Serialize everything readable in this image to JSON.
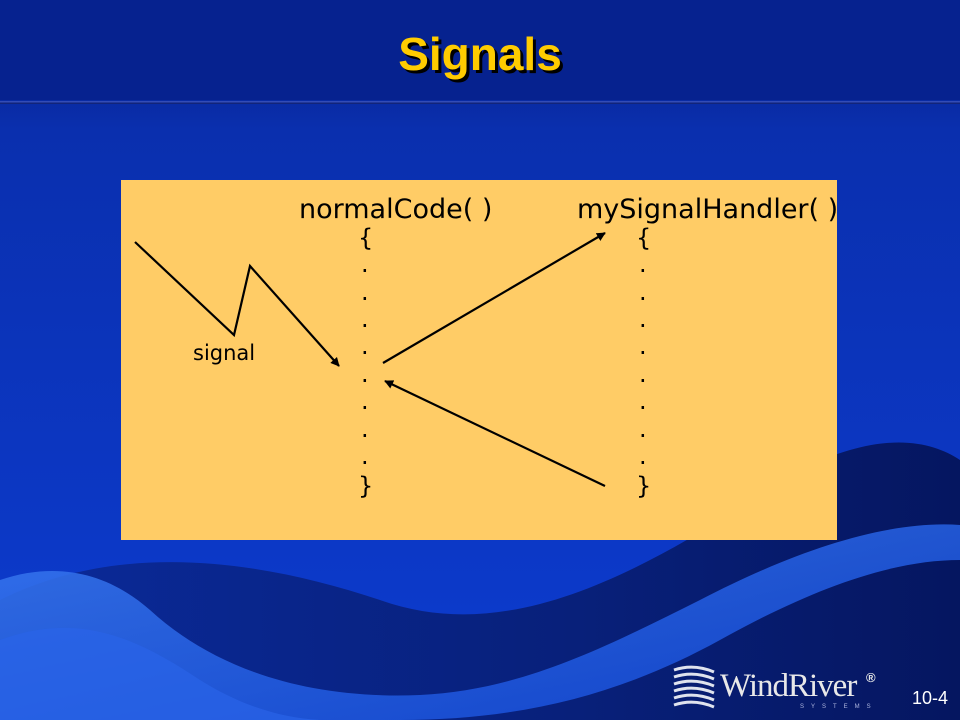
{
  "slide": {
    "title": "Signals",
    "page_number": "10-4"
  },
  "colors": {
    "background": "#0a2fae",
    "title": "#ffcc00",
    "panel": "#ffcc66",
    "wave": "#0a2a8a"
  },
  "diagram": {
    "normal_code": {
      "header": "normalCode( )",
      "open_brace": "{",
      "close_brace": "}",
      "dots": [
        ".",
        ".",
        ".",
        ".",
        ".",
        ".",
        ".",
        "."
      ]
    },
    "handler": {
      "header": "mySignalHandler( )",
      "open_brace": "{",
      "close_brace": "}",
      "dots": [
        ".",
        ".",
        ".",
        ".",
        ".",
        ".",
        ".",
        "."
      ]
    },
    "signal_label": "signal"
  },
  "logo": {
    "brand": "WindRiver",
    "registered": "®",
    "subtitle": "SYSTEMS",
    "icon": "windriver-waves-icon"
  }
}
